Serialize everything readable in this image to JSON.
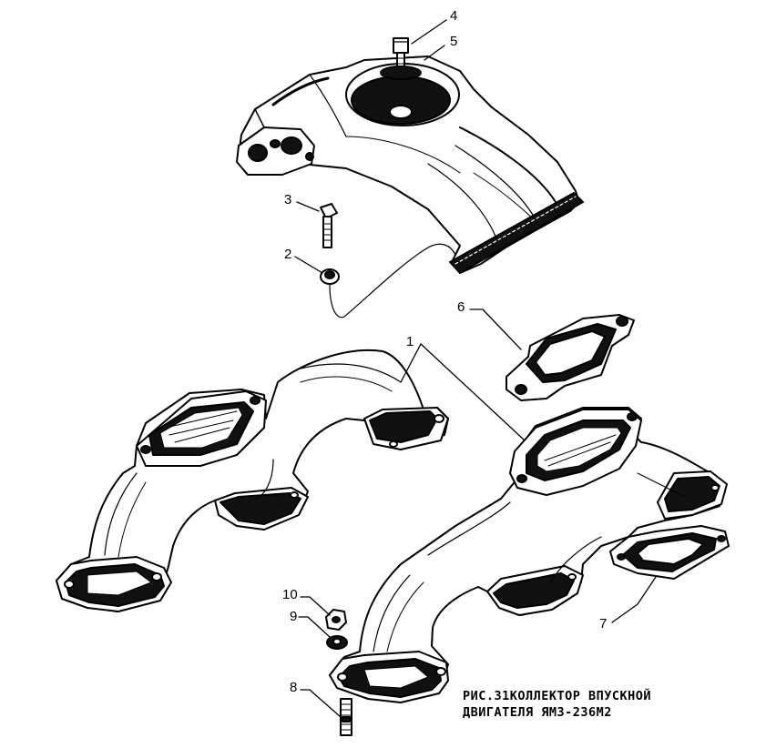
{
  "labels": {
    "part_1": "1",
    "part_2": "2",
    "part_3": "3",
    "part_4": "4",
    "part_5": "5",
    "part_6": "6",
    "part_7": "7",
    "part_8": "8",
    "part_9": "9",
    "part_10": "10"
  },
  "caption": {
    "line1": "РИС.31КОЛЛЕКТОР ВПУСКНОЙ",
    "line2": "ДВИГАТЕЛЯ ЯМЗ-236М2"
  }
}
